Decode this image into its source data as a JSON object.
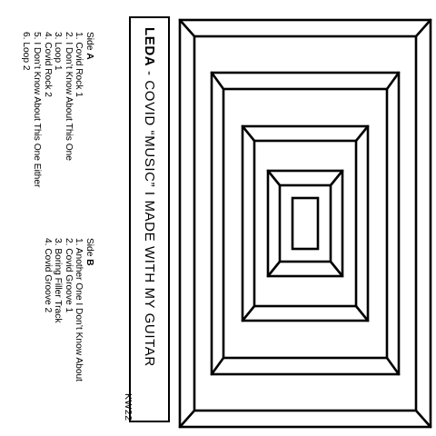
{
  "title": {
    "artist": "LEDA",
    "rest": " - COVID “MUSIC” I MADE WITH MY GUITAR"
  },
  "side_a": {
    "prefix": "Side ",
    "letter": "A",
    "tracks": [
      "1. Covid Rock 1",
      "2. I Don’t Know About This One",
      "3. Loop 1",
      "4. Covid Rock 2",
      "5. I Don’t Know About This One Either",
      "6. Loop 2"
    ]
  },
  "side_b": {
    "prefix": "Side ",
    "letter": "B",
    "tracks": [
      "1. Another One I Don’t Know About",
      "2. Covid Groove 1",
      "3. Boring Filler Track",
      "4. Covid Groove 2"
    ]
  },
  "catalog_number": "KW22"
}
